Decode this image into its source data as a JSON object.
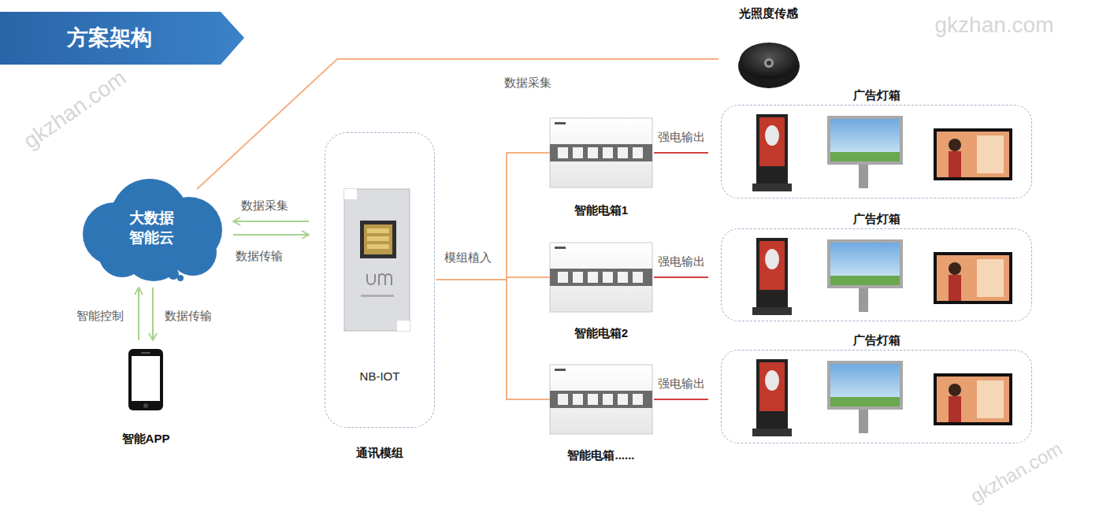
{
  "diagram": {
    "title": "方案架构",
    "nodes": [
      {
        "text": [
          "大数据 智能云"
        ]
      },
      {
        "text": [
          "智能APP"
        ]
      },
      {
        "text": [
          "NB-IOT",
          "通讯模组"
        ]
      },
      {
        "text": [
          "光照度传感"
        ]
      },
      {
        "text": [
          "智能电箱1"
        ]
      },
      {
        "text": [
          "智能电箱2"
        ]
      },
      {
        "text": [
          "智能电箱......"
        ]
      },
      {
        "text": [
          "广告灯箱"
        ]
      },
      {
        "text": [
          "广告灯箱"
        ]
      },
      {
        "text": [
          "广告灯箱"
        ]
      }
    ],
    "edges": [
      {
        "from": 1,
        "to": 0,
        "label": "智能控制",
        "arrow": "to"
      },
      {
        "from": 0,
        "to": 1,
        "label": "数据传输",
        "arrow": "to"
      },
      {
        "from": 2,
        "to": 0,
        "label": "数据采集",
        "arrow": "to"
      },
      {
        "from": 0,
        "to": 2,
        "label": "数据传输",
        "arrow": "to"
      },
      {
        "from": 3,
        "to": 0,
        "label": "数据采集",
        "arrow": "none"
      },
      {
        "from": 2,
        "to": 4,
        "arrow": "none"
      },
      {
        "from": 2,
        "to": 5,
        "label": "模组植入",
        "arrow": "none"
      },
      {
        "from": 2,
        "to": 6,
        "arrow": "none"
      },
      {
        "from": 4,
        "to": 7,
        "label": "强电输出",
        "arrow": "none"
      },
      {
        "from": 5,
        "to": 8,
        "label": "强电输出",
        "arrow": "none"
      },
      {
        "from": 6,
        "to": 9,
        "label": "强电输出",
        "arrow": "none"
      }
    ],
    "labels": [
      "gkzhan.com",
      "gkzhan.com",
      "gkzhan.com"
    ]
  }
}
